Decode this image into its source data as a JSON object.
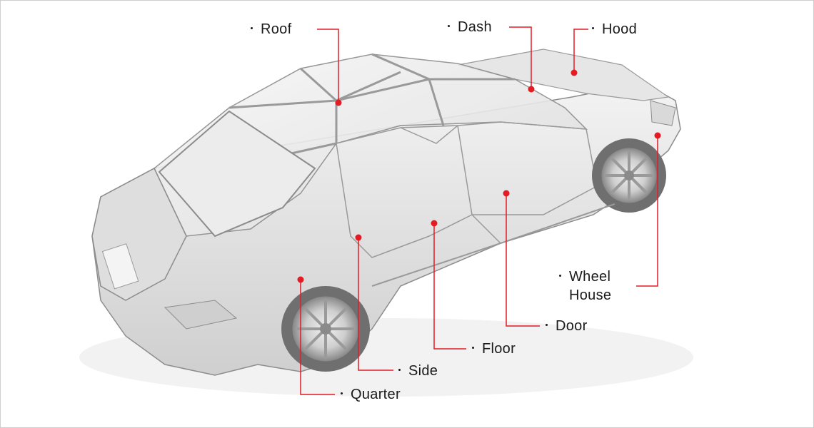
{
  "labels": {
    "roof": "Roof",
    "dash": "Dash",
    "hood": "Hood",
    "wheel_house_line1": "Wheel",
    "wheel_house_line2": "House",
    "door": "Door",
    "floor": "Floor",
    "side": "Side",
    "quarter": "Quarter"
  },
  "colors": {
    "leader": "#e31b23",
    "text": "#1a1a1a",
    "body_outline": "#8c8c8c",
    "body_fill": "#e9e9e9"
  }
}
